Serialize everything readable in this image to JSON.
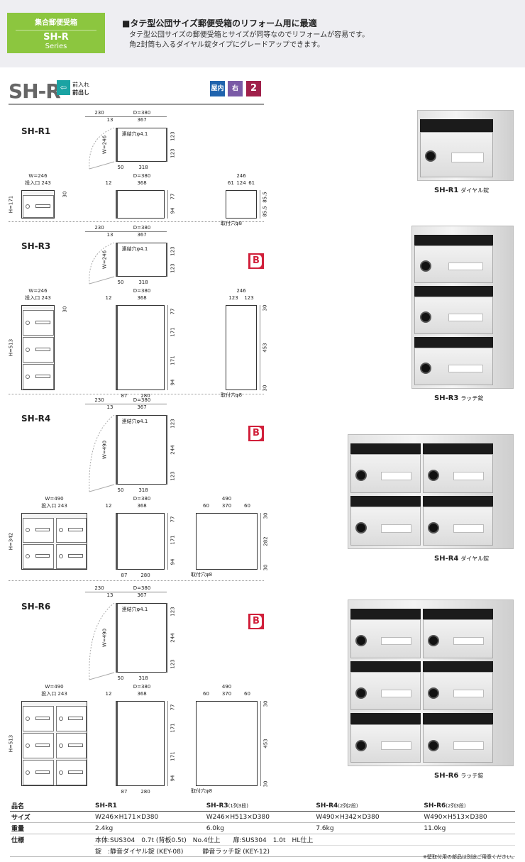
{
  "header": {
    "category": "集合郵便受箱",
    "series_name": "SH-R",
    "series_sub": "Series",
    "headline": "■タテ型公団サイズ郵便受箱のリフォーム用に最適",
    "lines": [
      "タテ型公団サイズの郵便受箱とサイズが同等なのでリフォームが容易です。",
      "角2封筒も入るダイヤル錠タイプにグレードアップできます。"
    ]
  },
  "model": {
    "title": "SH-R",
    "front_in": "前入れ",
    "front_out": "前出し",
    "icons": [
      {
        "name": "indoor-icon",
        "text": "屋内",
        "color": "#1f63ad"
      },
      {
        "name": "right-hinge-icon",
        "text": "右",
        "color": "#7a5aa6"
      },
      {
        "name": "envelope-size-icon",
        "text": "2",
        "color": "#a0204a"
      }
    ]
  },
  "sections": [
    {
      "name": "SH-R1",
      "badge": null,
      "top": {
        "door": "230",
        "depth": "D=380",
        "offset": "13",
        "inner": "367",
        "hole": "連結穴φ4.1",
        "width": "W=246",
        "vdims": [
          "123",
          "123"
        ],
        "b1": "50",
        "b2": "318"
      },
      "front": {
        "width": "W=246",
        "slot": "投入口 243",
        "slot_h": "30",
        "height": "H=171",
        "rows": 1,
        "cols": 1
      },
      "side": {
        "depth": "D=380",
        "offset": "12",
        "inner": "368",
        "vdims": [
          "77",
          "94"
        ],
        "bdims": []
      },
      "back": {
        "width": "246",
        "subdims": [
          "61",
          "124",
          "61"
        ],
        "vdims": [
          "85.5",
          "85.5"
        ],
        "hole": "取付穴φ8"
      },
      "photo": {
        "model": "SH-R1",
        "lock": "ダイヤル錠",
        "rows": 1,
        "cols": 1
      }
    },
    {
      "name": "SH-R3",
      "badge": "B",
      "top": {
        "door": "230",
        "depth": "D=380",
        "offset": "13",
        "inner": "367",
        "hole": "連結穴φ4.1",
        "width": "W=246",
        "vdims": [
          "123",
          "123"
        ],
        "b1": "50",
        "b2": "318"
      },
      "front": {
        "width": "W=246",
        "slot": "投入口 243",
        "slot_h": "30",
        "height": "H=513",
        "rows": 3,
        "cols": 1
      },
      "side": {
        "depth": "D=380",
        "offset": "12",
        "inner": "368",
        "vdims": [
          "77",
          "171",
          "171",
          "94"
        ],
        "bdims": [
          "87",
          "280"
        ]
      },
      "back": {
        "width": "246",
        "subdims": [
          "123",
          "123"
        ],
        "vdims": [
          "30",
          "453",
          "30"
        ],
        "hole": "取付穴φ8"
      },
      "photo": {
        "model": "SH-R3",
        "lock": "ラッチ錠",
        "rows": 3,
        "cols": 1
      }
    },
    {
      "name": "SH-R4",
      "badge": "B",
      "top": {
        "door": "230",
        "depth": "D=380",
        "offset": "13",
        "inner": "367",
        "hole": "連結穴φ4.1",
        "width": "W=490",
        "vdims": [
          "123",
          "244",
          "123"
        ],
        "b1": "50",
        "b2": "318"
      },
      "front": {
        "width": "W=490",
        "slot": "投入口 243",
        "slot_h": "30",
        "height": "H=342",
        "rows": 2,
        "cols": 2
      },
      "side": {
        "depth": "D=380",
        "offset": "12",
        "inner": "368",
        "vdims": [
          "77",
          "171",
          "94"
        ],
        "bdims": [
          "87",
          "280"
        ]
      },
      "back": {
        "width": "490",
        "subdims": [
          "60",
          "370",
          "60"
        ],
        "vdims": [
          "30",
          "282",
          "30"
        ],
        "hole": "取付穴φ8"
      },
      "photo": {
        "model": "SH-R4",
        "lock": "ダイヤル錠",
        "rows": 2,
        "cols": 2
      }
    },
    {
      "name": "SH-R6",
      "badge": "B",
      "top": {
        "door": "230",
        "depth": "D=380",
        "offset": "13",
        "inner": "367",
        "hole": "連結穴φ4.1",
        "width": "W=490",
        "vdims": [
          "123",
          "244",
          "123"
        ],
        "b1": "50",
        "b2": "318"
      },
      "front": {
        "width": "W=490",
        "slot": "投入口 243",
        "slot_h": "30",
        "height": "H=513",
        "rows": 3,
        "cols": 2
      },
      "side": {
        "depth": "D=380",
        "offset": "12",
        "inner": "368",
        "vdims": [
          "77",
          "171",
          "171",
          "94"
        ],
        "bdims": [
          "87",
          "280"
        ]
      },
      "back": {
        "width": "490",
        "subdims": [
          "60",
          "370",
          "60"
        ],
        "vdims": [
          "30",
          "453",
          "30"
        ],
        "hole": "取付穴φ8"
      },
      "photo": {
        "model": "SH-R6",
        "lock": "ラッチ錠",
        "rows": 3,
        "cols": 2
      }
    }
  ],
  "table": {
    "row_labels": [
      "品名",
      "サイズ",
      "重量",
      "仕様"
    ],
    "models": [
      {
        "name": "SH-R1",
        "note": ""
      },
      {
        "name": "SH-R3",
        "note": "(1列3段)"
      },
      {
        "name": "SH-R4",
        "note": "(2列2段)"
      },
      {
        "name": "SH-R6",
        "note": "(2列3段)"
      }
    ],
    "sizes": [
      "W246×H171×D380",
      "W246×H513×D380",
      "W490×H342×D380",
      "W490×H513×D380"
    ],
    "weights": [
      "2.4kg",
      "6.0kg",
      "7.6kg",
      "11.0kg"
    ],
    "spec_body": "本体:SUS304　0.7t (背板0.5t)　No.4仕上",
    "spec_door": "扉:SUS304　1.0t　HL仕上",
    "spec_lock1": "錠　:静音ダイヤル錠 (KEY-08)",
    "spec_lock2": "静音ラッチ錠 (KEY-12)"
  },
  "footnote": "※壁取付用の部品は別途ご用意ください。"
}
